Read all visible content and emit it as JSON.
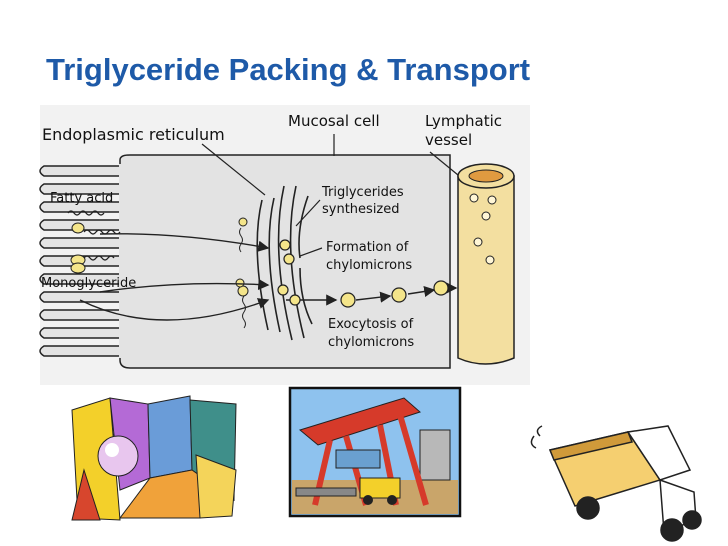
{
  "slide": {
    "title": "Triglyceride Packing & Transport"
  },
  "diagram": {
    "labels": {
      "endoplasmic_reticulum": "Endoplasmic reticulum",
      "mucosal_cell": "Mucosal cell",
      "lymphatic_line1": "Lymphatic",
      "lymphatic_line2": "vessel",
      "fatty_acid": "Fatty acid",
      "monoglyceride": "Monoglyceride",
      "tg_line1": "Triglycerides",
      "tg_line2": "synthesized",
      "formation_line1": "Formation of",
      "formation_line2": "chylomicrons",
      "exocytosis_line1": "Exocytosis of",
      "exocytosis_line2": "chylomicrons"
    }
  },
  "clipart": [
    "packing-clipart",
    "crane-loading-clipart",
    "truck-clipart"
  ]
}
